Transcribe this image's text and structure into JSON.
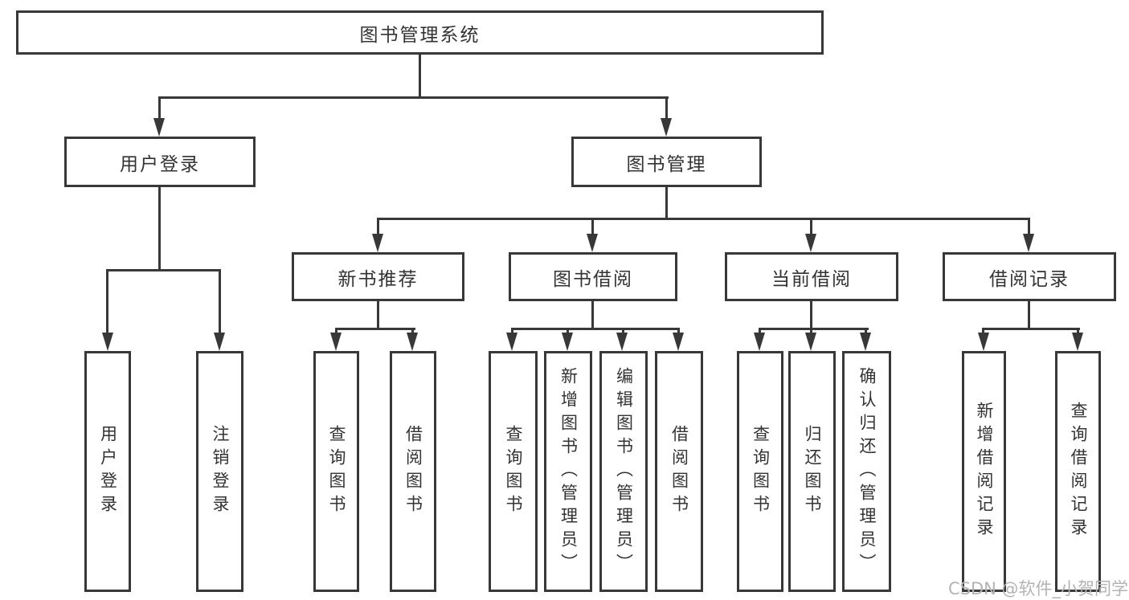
{
  "tree": {
    "root": {
      "label": "图书管理系统",
      "children": [
        {
          "label": "用户登录",
          "children": [
            {
              "label": "用户登录"
            },
            {
              "label": "注销登录"
            }
          ]
        },
        {
          "label": "图书管理",
          "children": [
            {
              "label": "新书推荐",
              "children": [
                {
                  "label": "查询图书"
                },
                {
                  "label": "借阅图书"
                }
              ]
            },
            {
              "label": "图书借阅",
              "children": [
                {
                  "label": "查询图书"
                },
                {
                  "label": "新增图书（管理员）"
                },
                {
                  "label": "编辑图书（管理员）"
                },
                {
                  "label": "借阅图书"
                }
              ]
            },
            {
              "label": "当前借阅",
              "children": [
                {
                  "label": "查询图书"
                },
                {
                  "label": "归还图书"
                },
                {
                  "label": "确认归还（管理员）"
                }
              ]
            },
            {
              "label": "借阅记录",
              "children": [
                {
                  "label": "新增借阅记录"
                },
                {
                  "label": "查询借阅记录"
                }
              ]
            }
          ]
        }
      ]
    }
  },
  "watermark": {
    "text": "CSDN @软件_小贺同学",
    "color": "#b3b3b3"
  },
  "colors": {
    "line": "#383838",
    "text": "#333333",
    "background": "#ffffff"
  }
}
